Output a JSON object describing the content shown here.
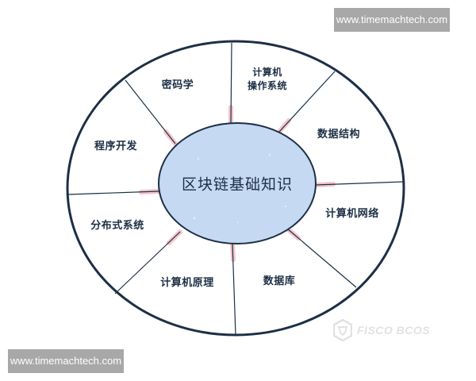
{
  "diagram": {
    "center_topic": "区块链基础知识",
    "segments": [
      {
        "label": "密码学",
        "position": "top-left"
      },
      {
        "label": "计算机\n操作系统",
        "position": "top-right"
      },
      {
        "label": "数据结构",
        "position": "right-upper"
      },
      {
        "label": "计算机网络",
        "position": "right-lower"
      },
      {
        "label": "数据库",
        "position": "bottom-right"
      },
      {
        "label": "计算机原理",
        "position": "bottom-left"
      },
      {
        "label": "分布式系统",
        "position": "left-lower"
      },
      {
        "label": "程序开发",
        "position": "left-upper"
      }
    ],
    "colors": {
      "outline": "#1c2f45",
      "center_fill": "#c5d9f3",
      "accent_glow": "#f2b8c0",
      "background": "#ffffff"
    }
  },
  "watermarks": {
    "top_right": "www.timemachtech.com",
    "bottom_left": "www.timemachtech.com"
  },
  "brand_logo": {
    "text": "FISCO BCOS",
    "icon": "hexagon-shield-icon"
  }
}
